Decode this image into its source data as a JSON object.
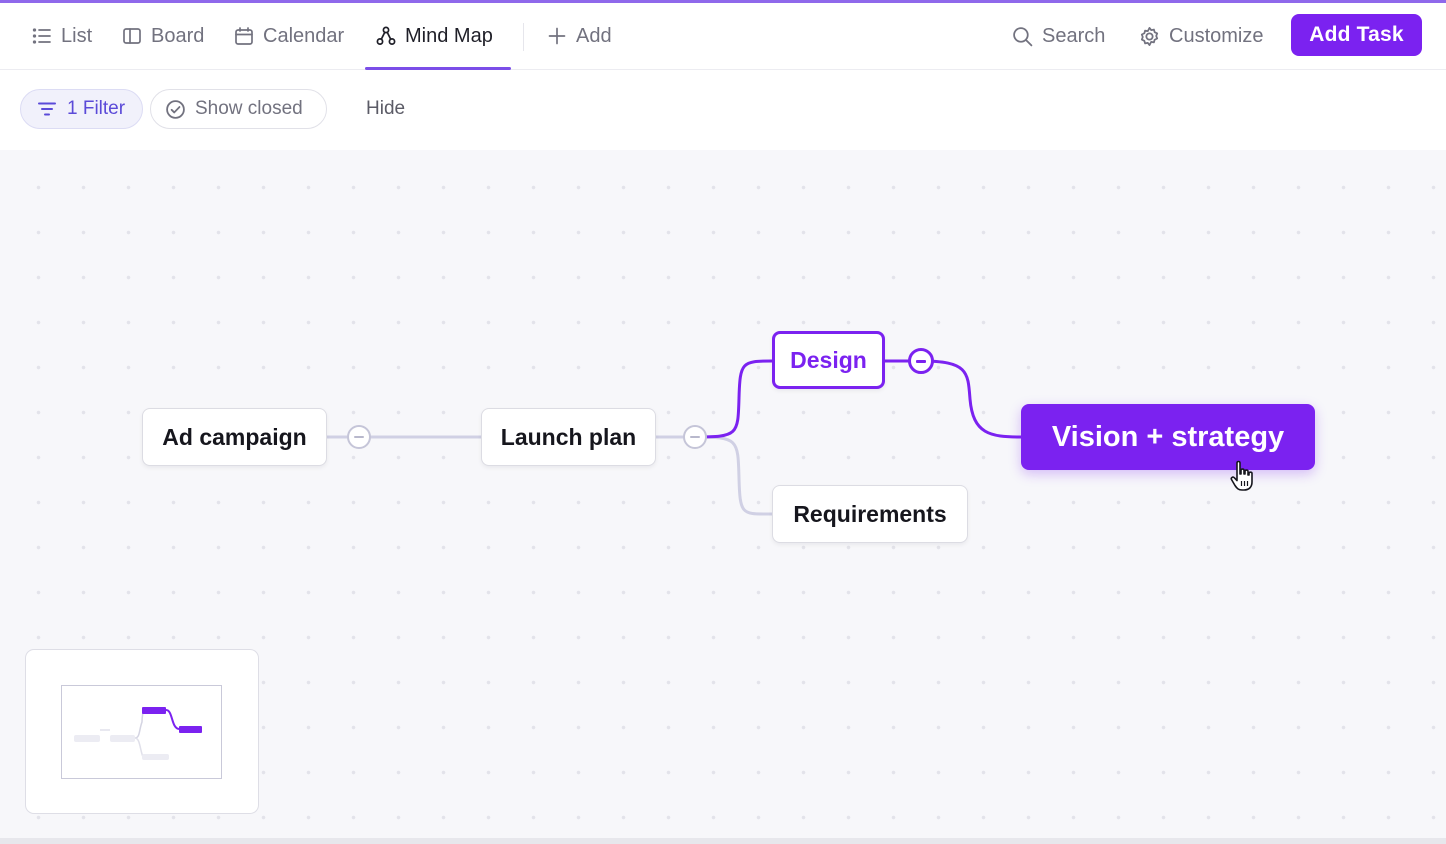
{
  "views": {
    "list": "List",
    "board": "Board",
    "calendar": "Calendar",
    "mind_map": "Mind Map",
    "add": "Add",
    "active": "Mind Map"
  },
  "toolbar": {
    "search": "Search",
    "customize": "Customize",
    "add_task": "Add Task"
  },
  "filters": {
    "filter_chip": "1 Filter",
    "show_closed": "Show closed",
    "hide": "Hide"
  },
  "mindmap": {
    "nodes": {
      "ad_campaign": "Ad campaign",
      "launch_plan": "Launch plan",
      "design": "Design",
      "requirements": "Requirements",
      "vision_strategy": "Vision + strategy"
    },
    "highlighted_path": [
      "Launch plan",
      "Design",
      "Vision + strategy"
    ]
  },
  "icons": [
    "list-icon",
    "board-icon",
    "calendar-icon",
    "mind-map-icon",
    "plus-icon",
    "search-icon",
    "gear-icon",
    "filter-icon",
    "check-circle-icon",
    "collapse-icon",
    "hand-cursor-icon"
  ],
  "colors": {
    "accent": "#7b22f0",
    "filter_text": "#5b4ad8",
    "muted_text": "#72727f",
    "canvas": "#f7f7fa",
    "inactive_edge": "#d0d0e4"
  }
}
